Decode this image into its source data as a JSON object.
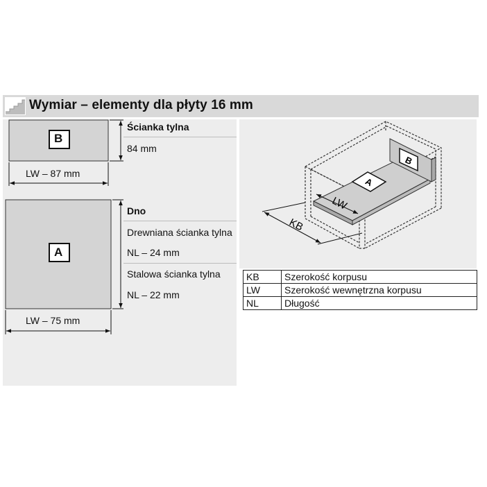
{
  "header": {
    "title": "Wymiar – elementy dla płyty 16 mm",
    "icon": "staircase-icon"
  },
  "back_panel": {
    "marker": "B",
    "heading": "Ścianka tylna",
    "height_label": "84 mm",
    "width_label": "LW – 87 mm"
  },
  "bottom_panel": {
    "marker": "A",
    "heading": "Dno",
    "wooden_back_label": "Drewniana ścianka tylna",
    "wooden_back_length": "NL – 24 mm",
    "steel_back_label": "Stalowa ścianka tylna",
    "steel_back_length": "NL – 22 mm",
    "width_label": "LW – 75 mm"
  },
  "diagram": {
    "marker_a": "A",
    "marker_b": "B",
    "lw_label": "LW",
    "kb_label": "KB"
  },
  "legend": [
    {
      "abbr": "KB",
      "meaning": "Szerokość korpusu"
    },
    {
      "abbr": "LW",
      "meaning": "Szerokość wewnętrzna korpusu"
    },
    {
      "abbr": "NL",
      "meaning": "Długość"
    }
  ],
  "colors": {
    "panel_bg": "#ededed",
    "title_bar_bg": "#d9d9d9",
    "part_fill": "#d4d4d4"
  }
}
